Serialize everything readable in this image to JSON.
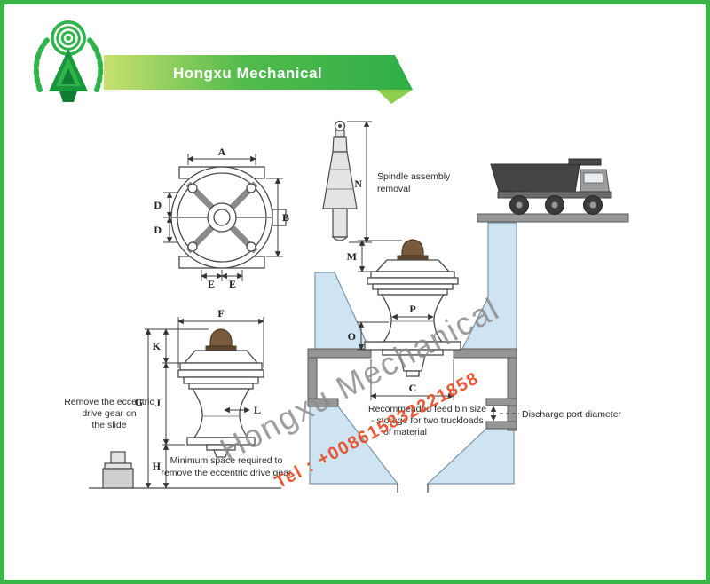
{
  "header": {
    "brand": "Hongxu Mechanical"
  },
  "watermark": {
    "line1": "Hongxu Mechanical",
    "line2": "Tel : +008615832221858"
  },
  "labels": {
    "A": "A",
    "B": "B",
    "D1": "D",
    "D2": "D",
    "E1": "E",
    "E2": "E",
    "F": "F",
    "G": "G",
    "H": "H",
    "J": "J",
    "K": "K",
    "L": "L",
    "M": "M",
    "N": "N",
    "O": "O",
    "P": "P",
    "C": "C"
  },
  "notes": {
    "spindle_1": "Spindle assembly",
    "spindle_2": "removal",
    "eccentric_1": "Remove the eccentric",
    "eccentric_2": "drive gear on",
    "eccentric_3": "the slide",
    "minspace_1": "Minimum space required to",
    "minspace_2": "remove the eccentric drive gear",
    "feedbin_1": "Recommended feed bin size",
    "feedbin_2": "- storage for two truckloads",
    "feedbin_3": "of material",
    "discharge": "Discharge port diameter"
  },
  "colors": {
    "border_green": "#3bb54a",
    "banner_green": "#44b549",
    "banner_light": "#c8e06e",
    "concrete_blue": "#cfe4f2",
    "steel_gray": "#969696",
    "mantle_brown": "#7a5a3c",
    "watermark_gray": "#898989",
    "watermark_red": "#e8512b"
  }
}
